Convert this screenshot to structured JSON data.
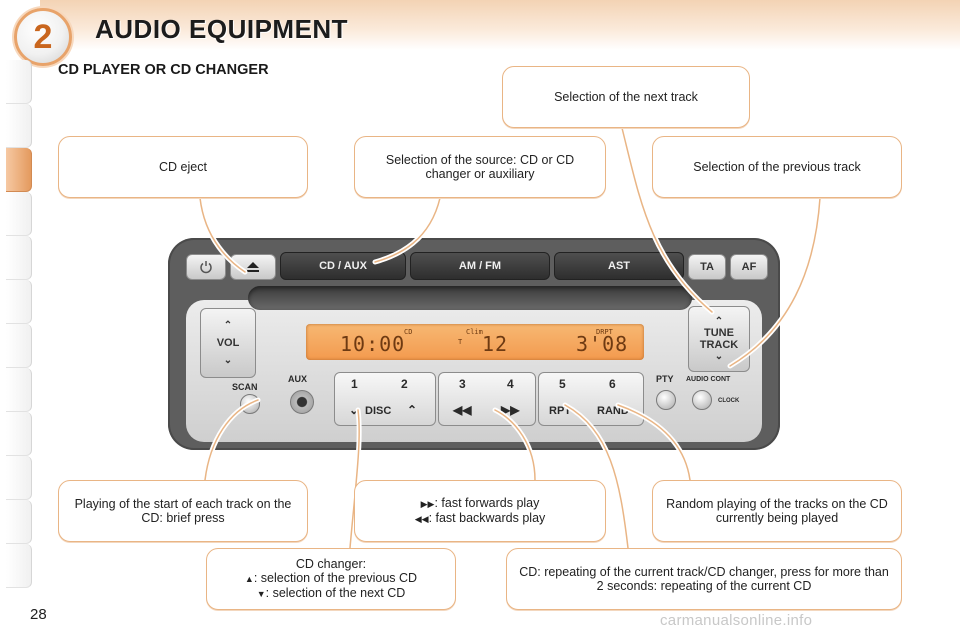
{
  "header": {
    "chapter_number": "2",
    "title": "AUDIO EQUIPMENT"
  },
  "section_title": "CD PLAYER OR CD CHANGER",
  "callouts": {
    "next_track": "Selection of the next track",
    "cd_eject": "CD eject",
    "source": "Selection of the source: CD or CD changer or auxiliary",
    "previous_track": "Selection of the previous track",
    "scan": "Playing of the start of each track on the CD: brief press",
    "fast_forward": ": fast forwards play",
    "fast_backward": ": fast backwards play",
    "random": "Random playing of the tracks on the CD currently being played",
    "changer_title": "CD changer:",
    "changer_prev": ": selection of the previous CD",
    "changer_next": ": selection of the next CD",
    "repeat": "CD: repeating of the current track/CD changer, press for more than 2 seconds: repeating of the current CD"
  },
  "radio": {
    "top_buttons": {
      "cd_aux": "CD / AUX",
      "am_fm": "AM  /  FM",
      "ast": "AST",
      "ta": "TA",
      "af": "AF"
    },
    "vol": "VOL",
    "scan": "SCAN",
    "aux": "AUX",
    "presets": [
      "1",
      "2",
      "3",
      "4",
      "5",
      "6"
    ],
    "disc": "DISC",
    "rpt": "RPT",
    "rand": "RAND",
    "pty": "PTY",
    "audio_cont": "AUDIO CONT",
    "clock": "CLOCK",
    "tune": "TUNE",
    "track": "TRACK",
    "display": {
      "time": "10:00",
      "cd": "CD",
      "clim": "Clim",
      "t": "T",
      "track": "12",
      "drpt": "DRPT",
      "elapsed": "3'08"
    }
  },
  "footer": {
    "page_number": "28",
    "watermark": "carmanualsonline.info"
  },
  "icons": {
    "eject": "eject-icon",
    "power": "power-icon",
    "forward": "fast-forward-icon",
    "backward": "fast-backward-icon",
    "up": "triangle-up-icon",
    "down": "triangle-down-icon"
  },
  "colors": {
    "accent": "#e9b585",
    "tab_active": "#e49a5e",
    "display": "#f39a4e"
  }
}
